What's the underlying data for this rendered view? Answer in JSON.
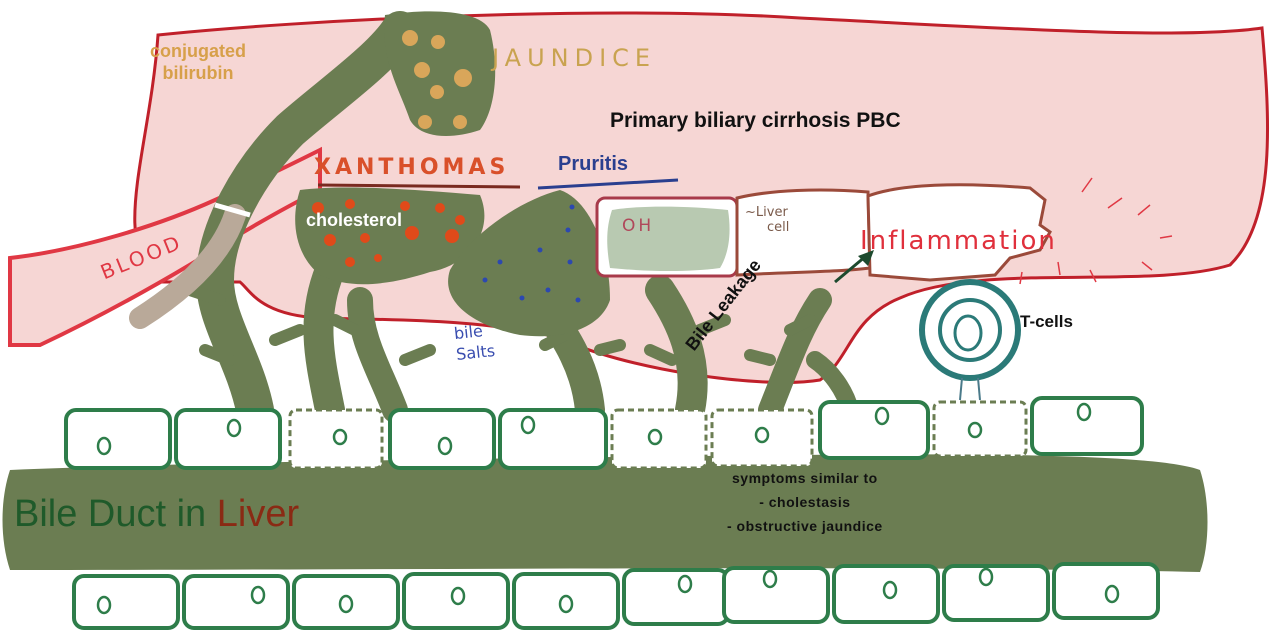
{
  "diagram": {
    "title": "Primary biliary cirrhosis PBC",
    "labels": {
      "conjugated_bilirubin_line1": "conjugated",
      "conjugated_bilirubin_line2": "bilirubin",
      "jaundice": "JAUNDICE",
      "xanthomas": "XANTHOMAS",
      "cholesterol": "cholesterol",
      "pruritis": "Pruritis",
      "blood": "BLOOD",
      "bile_salts_line1": "bile",
      "bile_salts_line2": "Salts",
      "oh": "OH",
      "liver_cell_line1": "~Liver",
      "liver_cell_line2": "cell",
      "inflammation": "Inflammation",
      "bile_leakage": "Bile Leakage",
      "t_cells": "T-cells",
      "symptoms": [
        "symptoms similar to",
        "- cholestasis",
        "- obstructive jaundice"
      ],
      "bile_duct": "Bile Duct in ",
      "liver": "Liver"
    },
    "colors": {
      "liver_fill": "#f6d6d4",
      "liver_outline": "#c0202a",
      "duct_green": "#6b7d52",
      "cell_outline": "#2e7d4a",
      "bilirubin_dots": "#d9a65a",
      "cholesterol_dots": "#e04a1a",
      "bile_salt_dots": "#2c48b0",
      "tcell": "#2b7a78",
      "inflammation_outline": "#9b4a3a"
    }
  }
}
